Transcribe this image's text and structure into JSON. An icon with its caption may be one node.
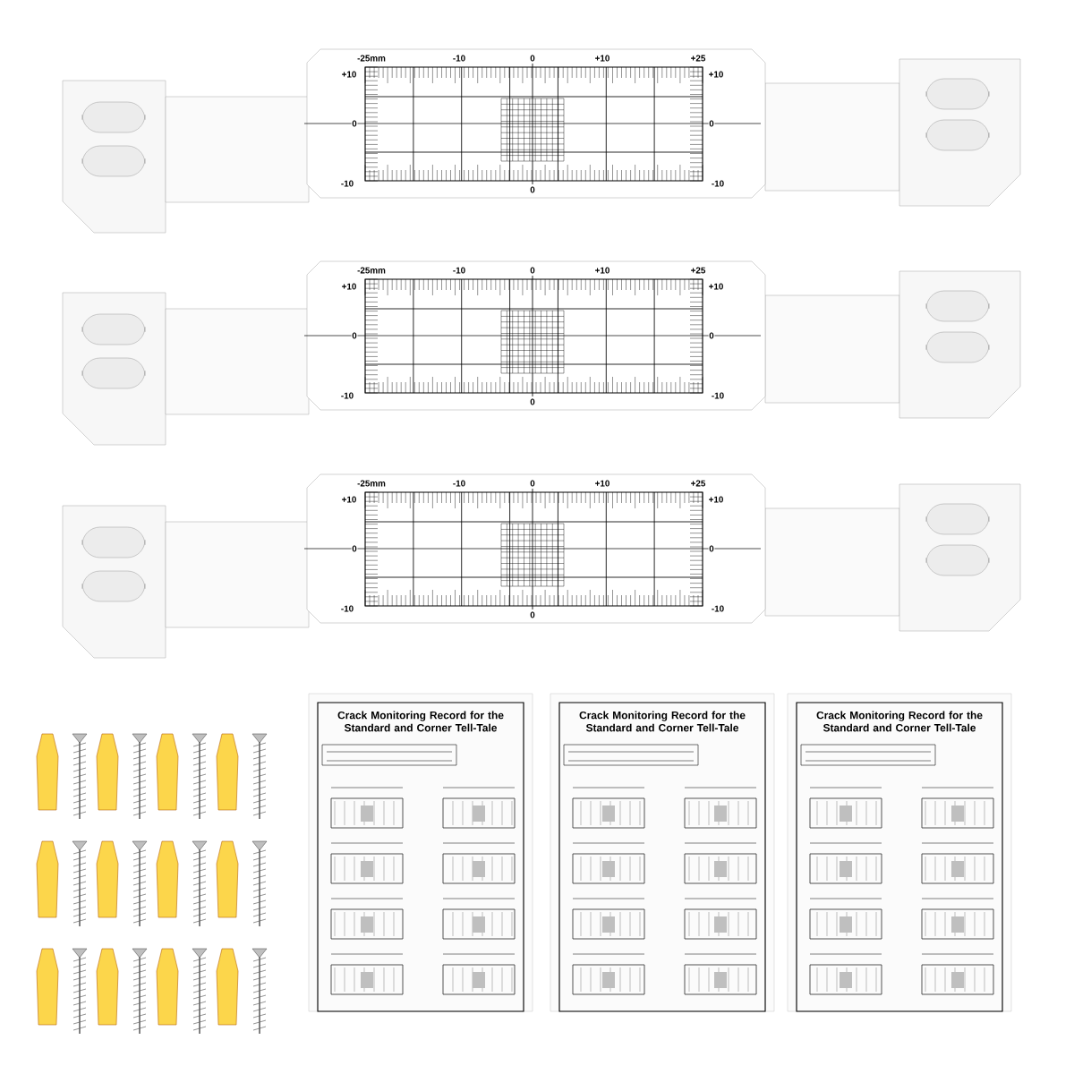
{
  "diagram": {
    "labels": [
      "-25mm",
      "-10",
      "0",
      "+10",
      "+25",
      "+10",
      "+10",
      "0",
      "0",
      "-10",
      "0",
      "-10",
      "-25mm",
      "-10",
      "0",
      "+10",
      "+25",
      "+10",
      "+10",
      "0",
      "0",
      "-10",
      "0",
      "-10",
      "-25mm",
      "-10",
      "0",
      "+10",
      "+25",
      "+10",
      "+10",
      "0",
      "0",
      "-10",
      "0",
      "-10",
      "Crack Monitoring Record for the Standard and Corner Tell-Tale",
      "Crack Monitoring Record for the Standard and Corner Tell-Tale",
      "Crack Monitoring Record for the Standard and Corner Tell-Tale"
    ]
  }
}
